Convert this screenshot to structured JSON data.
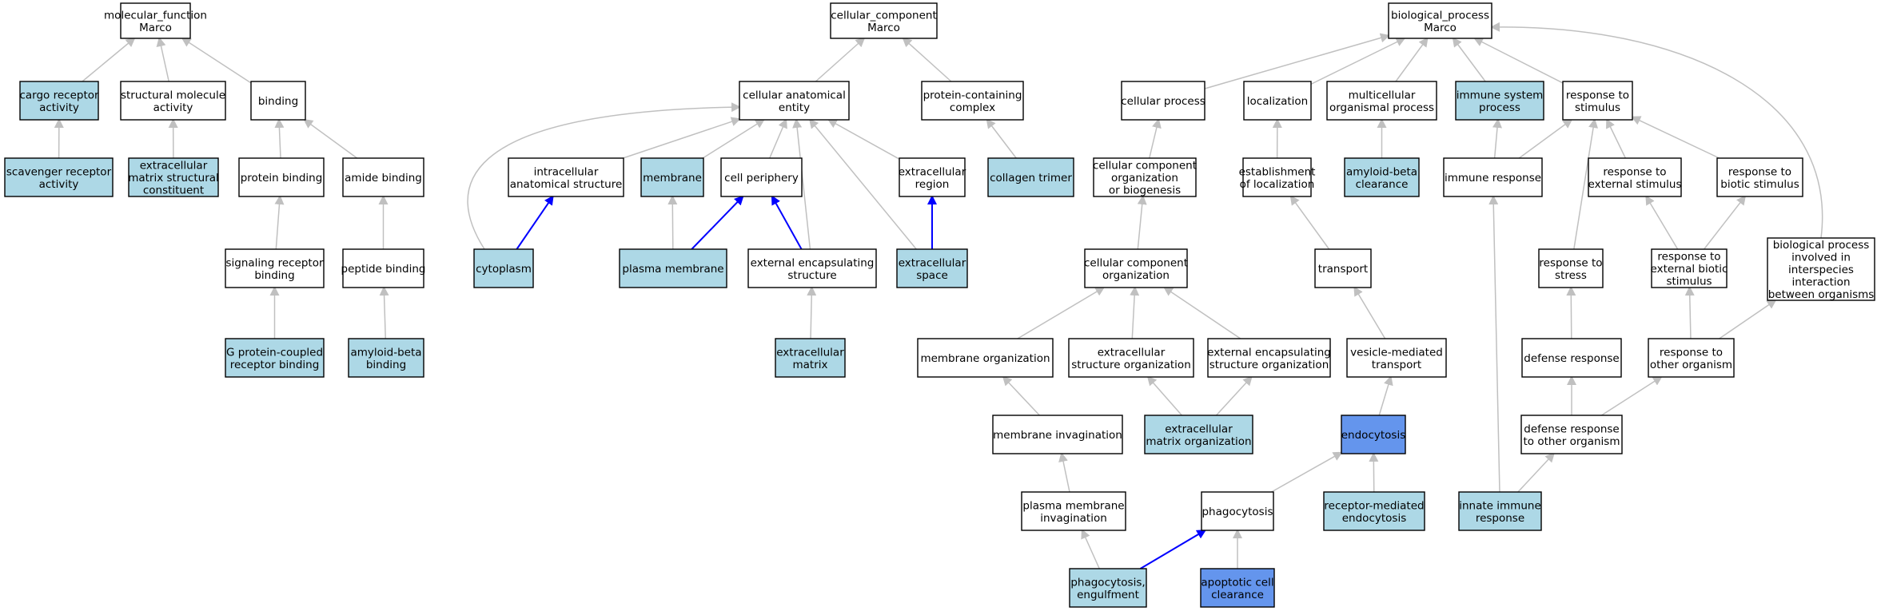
{
  "colors": {
    "plain": "#ffffff",
    "light": "#add8e6",
    "dark": "#6495ed",
    "edge_gray": "#c0c0c0",
    "edge_blue": "#0000ff"
  },
  "nodes": [
    {
      "id": "mf",
      "label": [
        "molecular_function",
        "Marco"
      ],
      "fill": "plain"
    },
    {
      "id": "cargo",
      "label": [
        "cargo receptor",
        "activity"
      ],
      "fill": "light"
    },
    {
      "id": "structmol",
      "label": [
        "structural molecule",
        "activity"
      ],
      "fill": "plain"
    },
    {
      "id": "binding",
      "label": [
        "binding"
      ],
      "fill": "plain"
    },
    {
      "id": "scav",
      "label": [
        "scavenger receptor",
        "activity"
      ],
      "fill": "light"
    },
    {
      "id": "ecmstruct",
      "label": [
        "extracellular",
        "matrix structural",
        "constituent"
      ],
      "fill": "light"
    },
    {
      "id": "protbind",
      "label": [
        "protein binding"
      ],
      "fill": "plain"
    },
    {
      "id": "amidebind",
      "label": [
        "amide binding"
      ],
      "fill": "plain"
    },
    {
      "id": "sigrec",
      "label": [
        "signaling receptor",
        "binding"
      ],
      "fill": "plain"
    },
    {
      "id": "peptbind",
      "label": [
        "peptide binding"
      ],
      "fill": "plain"
    },
    {
      "id": "gpcr",
      "label": [
        "G protein-coupled",
        "receptor binding"
      ],
      "fill": "light"
    },
    {
      "id": "abbind",
      "label": [
        "amyloid-beta",
        "binding"
      ],
      "fill": "light"
    },
    {
      "id": "cc",
      "label": [
        "cellular_component",
        "Marco"
      ],
      "fill": "plain"
    },
    {
      "id": "cae",
      "label": [
        "cellular anatomical",
        "entity"
      ],
      "fill": "plain"
    },
    {
      "id": "pcc",
      "label": [
        "protein-containing",
        "complex"
      ],
      "fill": "plain"
    },
    {
      "id": "ias",
      "label": [
        "intracellular",
        "anatomical structure"
      ],
      "fill": "plain"
    },
    {
      "id": "membrane",
      "label": [
        "membrane"
      ],
      "fill": "light"
    },
    {
      "id": "cellper",
      "label": [
        "cell periphery"
      ],
      "fill": "plain"
    },
    {
      "id": "ecregion",
      "label": [
        "extracellular",
        "region"
      ],
      "fill": "plain"
    },
    {
      "id": "collagen",
      "label": [
        "collagen trimer"
      ],
      "fill": "light"
    },
    {
      "id": "cyto",
      "label": [
        "cytoplasm"
      ],
      "fill": "light"
    },
    {
      "id": "pm",
      "label": [
        "plasma membrane"
      ],
      "fill": "light"
    },
    {
      "id": "ees",
      "label": [
        "external encapsulating",
        "structure"
      ],
      "fill": "plain"
    },
    {
      "id": "ecspace",
      "label": [
        "extracellular",
        "space"
      ],
      "fill": "light"
    },
    {
      "id": "ecm",
      "label": [
        "extracellular",
        "matrix"
      ],
      "fill": "light"
    },
    {
      "id": "bp",
      "label": [
        "biological_process",
        "Marco"
      ],
      "fill": "plain"
    },
    {
      "id": "cellproc",
      "label": [
        "cellular process"
      ],
      "fill": "plain"
    },
    {
      "id": "local",
      "label": [
        "localization"
      ],
      "fill": "plain"
    },
    {
      "id": "multi",
      "label": [
        "multicellular",
        "organismal process"
      ],
      "fill": "plain"
    },
    {
      "id": "isp",
      "label": [
        "immune system",
        "process"
      ],
      "fill": "light"
    },
    {
      "id": "rts",
      "label": [
        "response to",
        "stimulus"
      ],
      "fill": "plain"
    },
    {
      "id": "ccob",
      "label": [
        "cellular component",
        "organization",
        "or biogenesis"
      ],
      "fill": "plain"
    },
    {
      "id": "estloc",
      "label": [
        "establishment",
        "of localization"
      ],
      "fill": "plain"
    },
    {
      "id": "abclear",
      "label": [
        "amyloid-beta",
        "clearance"
      ],
      "fill": "light"
    },
    {
      "id": "immresp",
      "label": [
        "immune response"
      ],
      "fill": "plain"
    },
    {
      "id": "rtext",
      "label": [
        "response to",
        "external stimulus"
      ],
      "fill": "plain"
    },
    {
      "id": "rtbio",
      "label": [
        "response to",
        "biotic stimulus"
      ],
      "fill": "plain"
    },
    {
      "id": "cco",
      "label": [
        "cellular component",
        "organization"
      ],
      "fill": "plain"
    },
    {
      "id": "transport",
      "label": [
        "transport"
      ],
      "fill": "plain"
    },
    {
      "id": "rtstress",
      "label": [
        "response to",
        "stress"
      ],
      "fill": "plain"
    },
    {
      "id": "rteb",
      "label": [
        "response to",
        "external biotic",
        "stimulus"
      ],
      "fill": "plain"
    },
    {
      "id": "bpinter",
      "label": [
        "biological process",
        "involved in",
        "interspecies",
        "interaction",
        "between organisms"
      ],
      "fill": "plain"
    },
    {
      "id": "memorg",
      "label": [
        "membrane organization"
      ],
      "fill": "plain"
    },
    {
      "id": "ecso",
      "label": [
        "extracellular",
        "structure organization"
      ],
      "fill": "plain"
    },
    {
      "id": "eeso",
      "label": [
        "external encapsulating",
        "structure organization"
      ],
      "fill": "plain"
    },
    {
      "id": "vmt",
      "label": [
        "vesicle-mediated",
        "transport"
      ],
      "fill": "plain"
    },
    {
      "id": "defresp",
      "label": [
        "defense response"
      ],
      "fill": "plain"
    },
    {
      "id": "rtorg",
      "label": [
        "response to",
        "other organism"
      ],
      "fill": "plain"
    },
    {
      "id": "meminv",
      "label": [
        "membrane invagination"
      ],
      "fill": "plain"
    },
    {
      "id": "ecmo",
      "label": [
        "extracellular",
        "matrix organization"
      ],
      "fill": "light"
    },
    {
      "id": "endo",
      "label": [
        "endocytosis"
      ],
      "fill": "dark"
    },
    {
      "id": "drtoo",
      "label": [
        "defense response",
        "to other organism"
      ],
      "fill": "plain"
    },
    {
      "id": "pminv",
      "label": [
        "plasma membrane",
        "invagination"
      ],
      "fill": "plain"
    },
    {
      "id": "phago",
      "label": [
        "phagocytosis"
      ],
      "fill": "plain"
    },
    {
      "id": "rme",
      "label": [
        "receptor-mediated",
        "endocytosis"
      ],
      "fill": "light"
    },
    {
      "id": "innate",
      "label": [
        "innate immune",
        "response"
      ],
      "fill": "light"
    },
    {
      "id": "phagoeng",
      "label": [
        "phagocytosis,",
        "engulfment"
      ],
      "fill": "light"
    },
    {
      "id": "apop",
      "label": [
        "apoptotic cell",
        "clearance"
      ],
      "fill": "dark"
    }
  ],
  "edges": [
    {
      "from": "cargo",
      "to": "mf",
      "kind": "gray"
    },
    {
      "from": "structmol",
      "to": "mf",
      "kind": "gray"
    },
    {
      "from": "binding",
      "to": "mf",
      "kind": "gray"
    },
    {
      "from": "scav",
      "to": "cargo",
      "kind": "gray"
    },
    {
      "from": "ecmstruct",
      "to": "structmol",
      "kind": "gray"
    },
    {
      "from": "protbind",
      "to": "binding",
      "kind": "gray"
    },
    {
      "from": "amidebind",
      "to": "binding",
      "kind": "gray"
    },
    {
      "from": "sigrec",
      "to": "protbind",
      "kind": "gray"
    },
    {
      "from": "peptbind",
      "to": "amidebind",
      "kind": "gray"
    },
    {
      "from": "gpcr",
      "to": "sigrec",
      "kind": "gray"
    },
    {
      "from": "abbind",
      "to": "peptbind",
      "kind": "gray"
    },
    {
      "from": "cae",
      "to": "cc",
      "kind": "gray"
    },
    {
      "from": "pcc",
      "to": "cc",
      "kind": "gray"
    },
    {
      "from": "ias",
      "to": "cae",
      "kind": "gray"
    },
    {
      "from": "membrane",
      "to": "cae",
      "kind": "gray"
    },
    {
      "from": "cellper",
      "to": "cae",
      "kind": "gray"
    },
    {
      "from": "ecregion",
      "to": "cae",
      "kind": "gray"
    },
    {
      "from": "cyto",
      "to": "cae",
      "kind": "gray",
      "curve": "cyto"
    },
    {
      "from": "ees",
      "to": "cae",
      "kind": "gray"
    },
    {
      "from": "ecspace",
      "to": "cae",
      "kind": "gray"
    },
    {
      "from": "collagen",
      "to": "pcc",
      "kind": "gray"
    },
    {
      "from": "cyto",
      "to": "ias",
      "kind": "blue"
    },
    {
      "from": "pm",
      "to": "membrane",
      "kind": "gray"
    },
    {
      "from": "pm",
      "to": "cellper",
      "kind": "blue"
    },
    {
      "from": "ees",
      "to": "cellper",
      "kind": "blue"
    },
    {
      "from": "ecspace",
      "to": "ecregion",
      "kind": "blue"
    },
    {
      "from": "ecm",
      "to": "ees",
      "kind": "gray"
    },
    {
      "from": "cellproc",
      "to": "bp",
      "kind": "gray"
    },
    {
      "from": "local",
      "to": "bp",
      "kind": "gray"
    },
    {
      "from": "multi",
      "to": "bp",
      "kind": "gray"
    },
    {
      "from": "isp",
      "to": "bp",
      "kind": "gray"
    },
    {
      "from": "rts",
      "to": "bp",
      "kind": "gray"
    },
    {
      "from": "bpinter",
      "to": "bp",
      "kind": "gray",
      "curve": "inter"
    },
    {
      "from": "ccob",
      "to": "cellproc",
      "kind": "gray"
    },
    {
      "from": "estloc",
      "to": "local",
      "kind": "gray"
    },
    {
      "from": "abclear",
      "to": "multi",
      "kind": "gray"
    },
    {
      "from": "immresp",
      "to": "isp",
      "kind": "gray"
    },
    {
      "from": "immresp",
      "to": "rts",
      "kind": "gray"
    },
    {
      "from": "rtext",
      "to": "rts",
      "kind": "gray"
    },
    {
      "from": "rtbio",
      "to": "rts",
      "kind": "gray"
    },
    {
      "from": "rtstress",
      "to": "rts",
      "kind": "gray"
    },
    {
      "from": "cco",
      "to": "ccob",
      "kind": "gray"
    },
    {
      "from": "transport",
      "to": "estloc",
      "kind": "gray"
    },
    {
      "from": "rteb",
      "to": "rtext",
      "kind": "gray"
    },
    {
      "from": "rteb",
      "to": "rtbio",
      "kind": "gray"
    },
    {
      "from": "memorg",
      "to": "cco",
      "kind": "gray"
    },
    {
      "from": "ecso",
      "to": "cco",
      "kind": "gray"
    },
    {
      "from": "eeso",
      "to": "cco",
      "kind": "gray"
    },
    {
      "from": "vmt",
      "to": "transport",
      "kind": "gray"
    },
    {
      "from": "defresp",
      "to": "rtstress",
      "kind": "gray"
    },
    {
      "from": "rtorg",
      "to": "rteb",
      "kind": "gray"
    },
    {
      "from": "rtorg",
      "to": "bpinter",
      "kind": "gray"
    },
    {
      "from": "meminv",
      "to": "memorg",
      "kind": "gray"
    },
    {
      "from": "ecmo",
      "to": "ecso",
      "kind": "gray"
    },
    {
      "from": "ecmo",
      "to": "eeso",
      "kind": "gray"
    },
    {
      "from": "endo",
      "to": "vmt",
      "kind": "gray"
    },
    {
      "from": "drtoo",
      "to": "defresp",
      "kind": "gray"
    },
    {
      "from": "drtoo",
      "to": "rtorg",
      "kind": "gray"
    },
    {
      "from": "pminv",
      "to": "meminv",
      "kind": "gray"
    },
    {
      "from": "phago",
      "to": "endo",
      "kind": "gray"
    },
    {
      "from": "rme",
      "to": "endo",
      "kind": "gray"
    },
    {
      "from": "innate",
      "to": "drtoo",
      "kind": "gray"
    },
    {
      "from": "innate",
      "to": "immresp",
      "kind": "gray"
    },
    {
      "from": "phagoeng",
      "to": "pminv",
      "kind": "gray"
    },
    {
      "from": "phagoeng",
      "to": "phago",
      "kind": "blue"
    },
    {
      "from": "apop",
      "to": "phago",
      "kind": "gray"
    }
  ]
}
